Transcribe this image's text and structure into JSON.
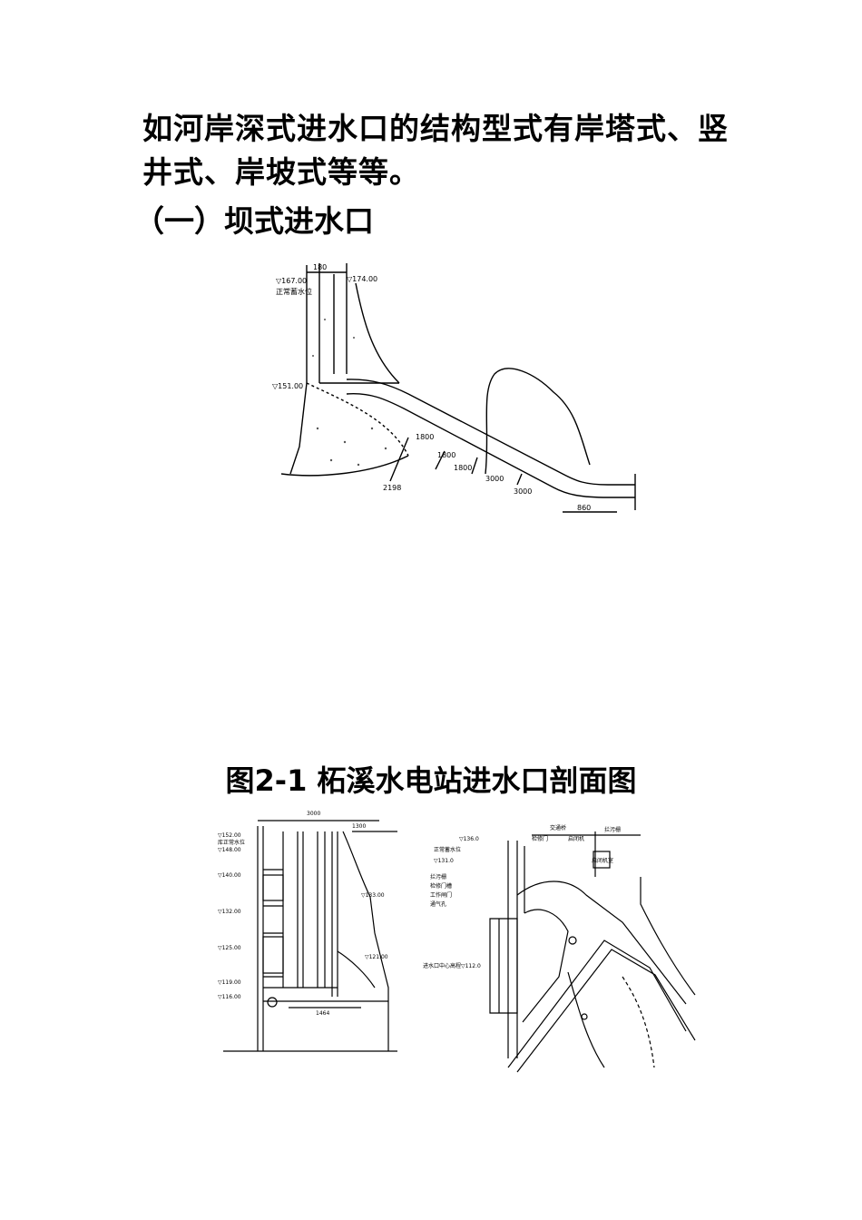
{
  "paragraph": "如河岸深式进水口的结构型式有岸塔式、竖井式、岸坡式等等。",
  "heading": "（一）坝式进水口",
  "figure1": {
    "labels": [
      "180",
      "▽174.00",
      "▽167.00",
      "正常蓄水位",
      "▽151.00",
      "2198",
      "1800",
      "1800",
      "1800",
      "3000",
      "3000",
      "860"
    ]
  },
  "caption": "图2-1 柘溪水电站进水口剖面图",
  "figure2": {
    "labels": [
      "3000",
      "▽152.00",
      "库正常水位",
      "▽148.00",
      "▽140.00",
      "▽132.00",
      "▽125.00",
      "▽119.00",
      "▽116.00",
      "▽133.00",
      "▽121.00",
      "1464",
      "1300"
    ]
  },
  "figure3": {
    "labels": [
      "交通桥",
      "检修门",
      "启闭机",
      "拦污栅",
      "启闭机室",
      "▽136.0",
      "正常蓄水位",
      "▽131.0",
      "拦污栅",
      "检修门槽",
      "工作闸门",
      "通气孔",
      "进水口中心高程▽112.0"
    ]
  }
}
